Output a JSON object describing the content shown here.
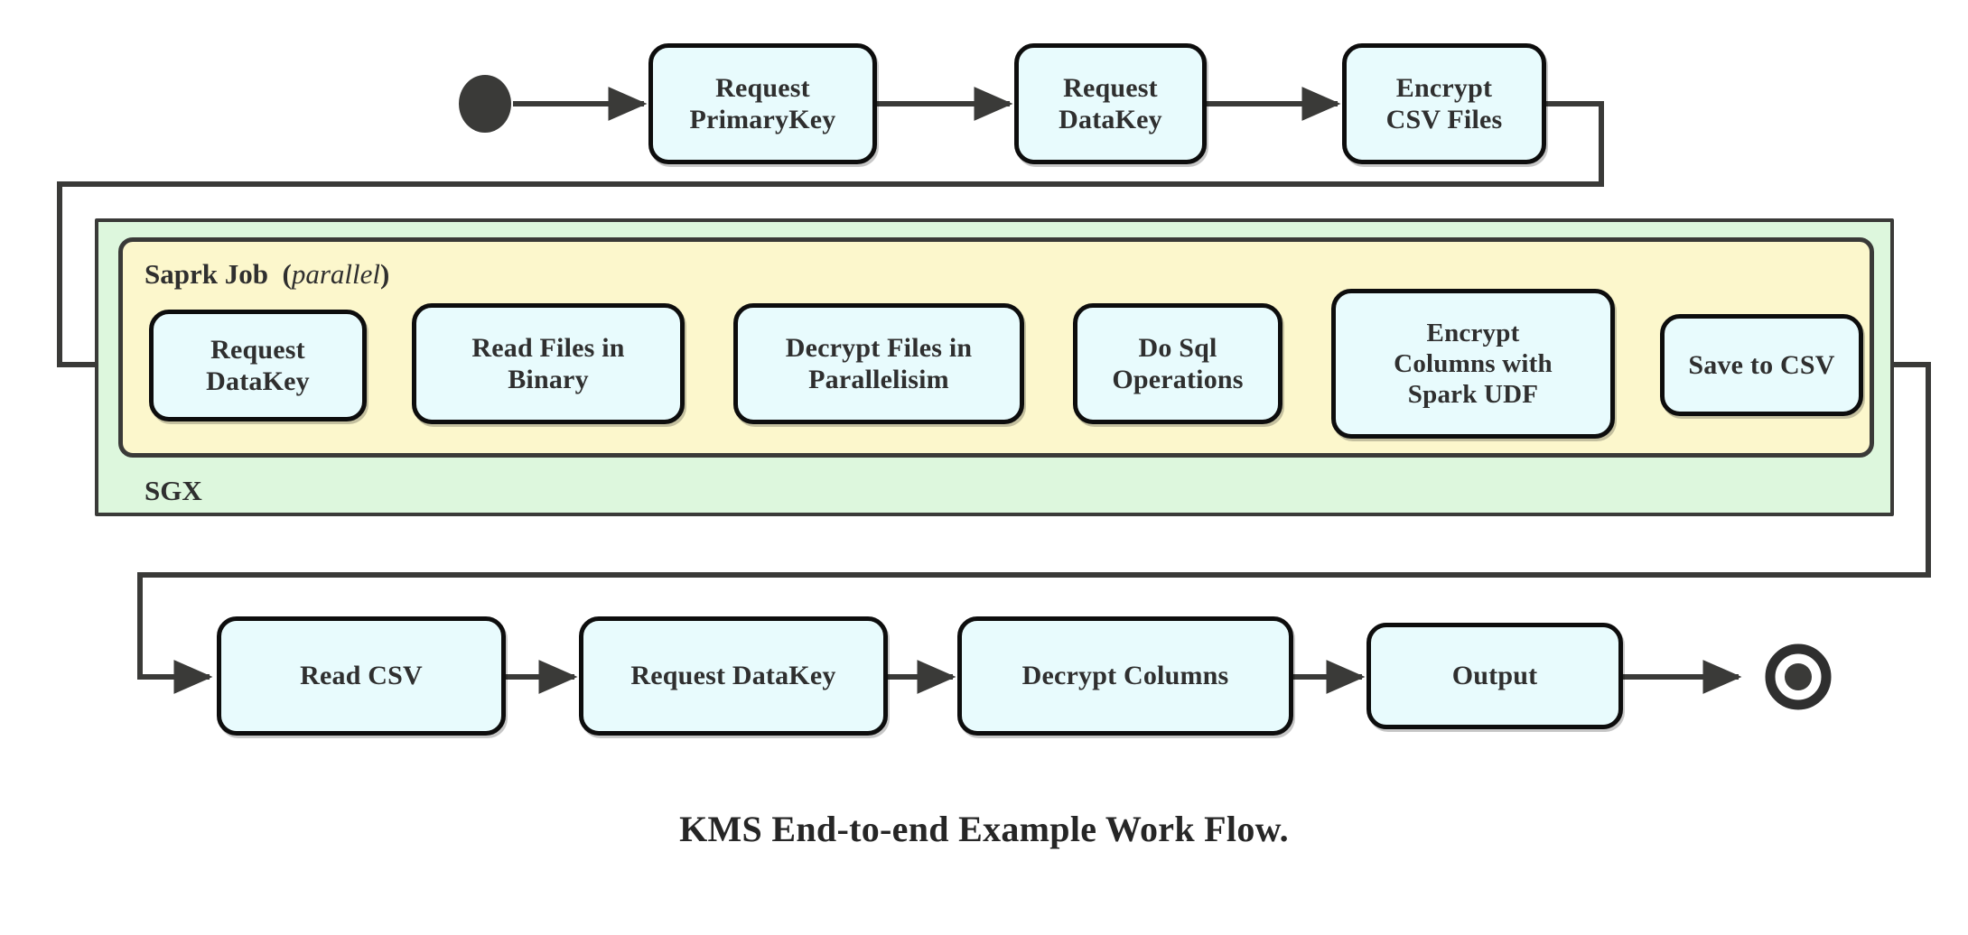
{
  "diagram": {
    "caption": "KMS End-to-end Example Work Flow.",
    "colors": {
      "node_fill": "#e8fbfd",
      "node_stroke": "#0d0d0d",
      "sgx_fill": "#ddf7dd",
      "spark_fill": "#fcf7cc",
      "container_stroke": "#3a3a38",
      "edge_stroke": "#3a3a38",
      "text": "#2f2f2f",
      "background": "#ffffff"
    },
    "start_node": {
      "name": "start-node",
      "shape": "filled-circle"
    },
    "end_node": {
      "name": "end-node",
      "shape": "double-circle"
    },
    "groups": [
      {
        "id": "sgx",
        "label": "SGX",
        "label_position": "bottom-left",
        "fill": "#ddf7dd"
      },
      {
        "id": "spark-job",
        "label_main": "Saprk Job",
        "label_paren_open": "(",
        "label_italic": "parallel",
        "label_paren_close": ")",
        "label_position": "top-left",
        "fill": "#fcf7cc"
      }
    ],
    "rows": {
      "top": {
        "name": "top-row",
        "nodes": [
          {
            "id": "request-primarykey",
            "label": "Request\nPrimaryKey"
          },
          {
            "id": "request-datakey-top",
            "label": "Request\nDataKey"
          },
          {
            "id": "encrypt-csv-files",
            "label": "Encrypt\nCSV Files"
          }
        ]
      },
      "spark": {
        "name": "spark-row",
        "nodes": [
          {
            "id": "request-datakey-spark",
            "label": "Request\nDataKey"
          },
          {
            "id": "read-files-in-binary",
            "label": "Read Files in\nBinary"
          },
          {
            "id": "decrypt-files-in-parallelisim",
            "label": "Decrypt Files in\nParallelisim"
          },
          {
            "id": "do-sql-operations",
            "label": "Do Sql\nOperations"
          },
          {
            "id": "encrypt-columns-with-spark-udf",
            "label": "Encrypt\nColumns with\nSpark UDF"
          },
          {
            "id": "save-to-csv",
            "label": "Save to CSV"
          }
        ]
      },
      "bottom": {
        "name": "bottom-row",
        "nodes": [
          {
            "id": "read-csv",
            "label": "Read CSV"
          },
          {
            "id": "request-datakey-bottom",
            "label": "Request DataKey"
          },
          {
            "id": "decrypt-columns",
            "label": "Decrypt Columns"
          },
          {
            "id": "output",
            "label": "Output"
          }
        ]
      }
    },
    "edges": [
      {
        "from": "start-node",
        "to": "request-primarykey",
        "type": "straight"
      },
      {
        "from": "request-primarykey",
        "to": "request-datakey-top",
        "type": "straight"
      },
      {
        "from": "request-datakey-top",
        "to": "encrypt-csv-files",
        "type": "straight"
      },
      {
        "from": "encrypt-csv-files",
        "to": "request-datakey-spark",
        "type": "orthogonal-wrap-left"
      },
      {
        "from": "request-datakey-spark",
        "to": "read-files-in-binary",
        "type": "straight"
      },
      {
        "from": "read-files-in-binary",
        "to": "decrypt-files-in-parallelisim",
        "type": "straight"
      },
      {
        "from": "decrypt-files-in-parallelisim",
        "to": "do-sql-operations",
        "type": "straight"
      },
      {
        "from": "do-sql-operations",
        "to": "encrypt-columns-with-spark-udf",
        "type": "straight"
      },
      {
        "from": "encrypt-columns-with-spark-udf",
        "to": "save-to-csv",
        "type": "straight"
      },
      {
        "from": "save-to-csv",
        "to": "read-csv",
        "type": "orthogonal-wrap-right"
      },
      {
        "from": "read-csv",
        "to": "request-datakey-bottom",
        "type": "straight"
      },
      {
        "from": "request-datakey-bottom",
        "to": "decrypt-columns",
        "type": "straight"
      },
      {
        "from": "decrypt-columns",
        "to": "output",
        "type": "straight"
      },
      {
        "from": "output",
        "to": "end-node",
        "type": "straight"
      }
    ]
  }
}
